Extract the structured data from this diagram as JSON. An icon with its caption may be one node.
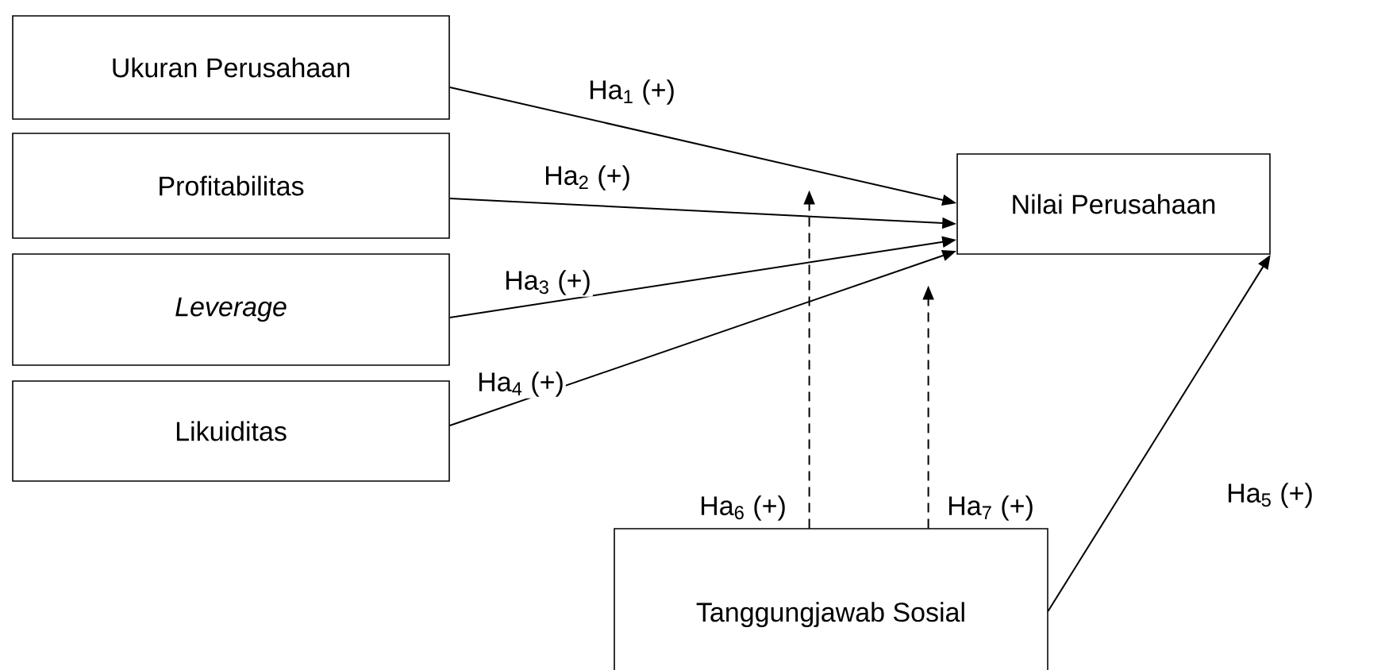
{
  "diagram": {
    "nodes": [
      {
        "text": [
          "Ukuran Perusahaan"
        ]
      },
      {
        "text": [
          "Profitabilitas"
        ]
      },
      {
        "text": [
          "Leverage"
        ]
      },
      {
        "text": [
          "Likuiditas"
        ]
      },
      {
        "text": [
          "Nilai Perusahaan"
        ]
      },
      {
        "text": [
          "Tanggungjawab Sosial"
        ]
      }
    ],
    "edges": [
      {
        "from": 0,
        "to": 4,
        "arrow": "to",
        "label": "Ha$_{1}$ (+)"
      },
      {
        "from": 1,
        "to": 4,
        "arrow": "to",
        "label": "Ha$_{2}$ (+)"
      },
      {
        "from": 2,
        "to": 4,
        "arrow": "to",
        "label": "Ha$_{3}$ (+)"
      },
      {
        "from": 3,
        "to": 4,
        "arrow": "to",
        "label": "Ha$_{4}$ (+)"
      },
      {
        "from": 5,
        "to": 4,
        "arrow": "to",
        "label": "Ha$_{5}$ (+)"
      },
      {
        "from": 5,
        "to": null,
        "arrow": "to",
        "style": "dashed",
        "label": "Ha$_{6}$ (+)"
      },
      {
        "from": 5,
        "to": null,
        "arrow": "to",
        "style": "dashed",
        "label": "Ha$_{7}$ (+)"
      }
    ]
  }
}
